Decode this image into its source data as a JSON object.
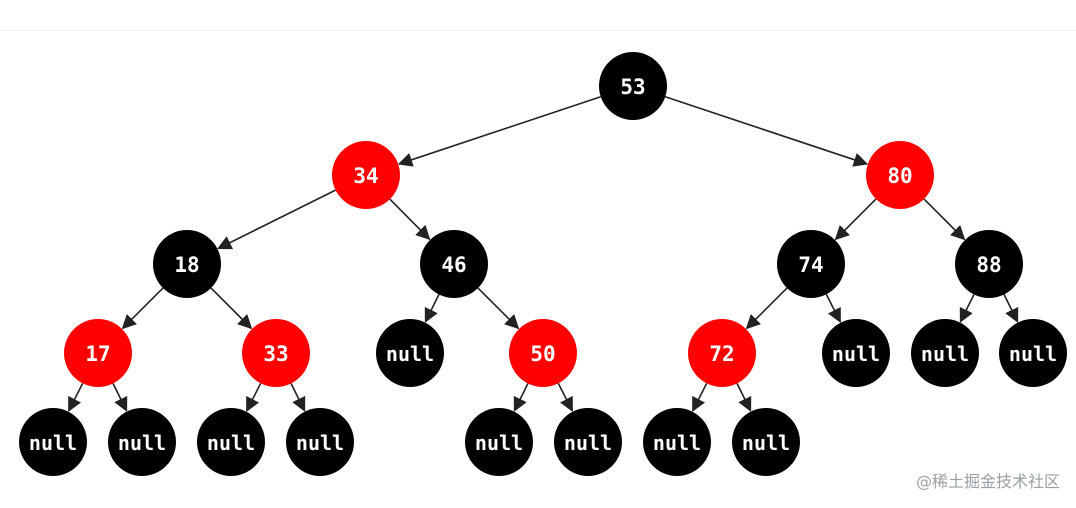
{
  "diagram": {
    "colors": {
      "black": "#000000",
      "red": "#ff0000",
      "edge": "#222222",
      "text": "#ffffff"
    },
    "nodes": [
      {
        "id": "n53",
        "label": "53",
        "color": "black"
      },
      {
        "id": "n34",
        "label": "34",
        "color": "red"
      },
      {
        "id": "n80",
        "label": "80",
        "color": "red"
      },
      {
        "id": "n18",
        "label": "18",
        "color": "black"
      },
      {
        "id": "n46",
        "label": "46",
        "color": "black"
      },
      {
        "id": "n74",
        "label": "74",
        "color": "black"
      },
      {
        "id": "n88",
        "label": "88",
        "color": "black"
      },
      {
        "id": "n17",
        "label": "17",
        "color": "red"
      },
      {
        "id": "n33",
        "label": "33",
        "color": "red"
      },
      {
        "id": "n46l",
        "label": "null",
        "color": "black"
      },
      {
        "id": "n50",
        "label": "50",
        "color": "red"
      },
      {
        "id": "n72",
        "label": "72",
        "color": "red"
      },
      {
        "id": "n74r",
        "label": "null",
        "color": "black"
      },
      {
        "id": "n88l",
        "label": "null",
        "color": "black"
      },
      {
        "id": "n88r",
        "label": "null",
        "color": "black"
      },
      {
        "id": "n17l",
        "label": "null",
        "color": "black"
      },
      {
        "id": "n17r",
        "label": "null",
        "color": "black"
      },
      {
        "id": "n33l",
        "label": "null",
        "color": "black"
      },
      {
        "id": "n33r",
        "label": "null",
        "color": "black"
      },
      {
        "id": "n50l",
        "label": "null",
        "color": "black"
      },
      {
        "id": "n50r",
        "label": "null",
        "color": "black"
      },
      {
        "id": "n72l",
        "label": "null",
        "color": "black"
      },
      {
        "id": "n72r",
        "label": "null",
        "color": "black"
      }
    ],
    "edges": [
      [
        "n53",
        "n34"
      ],
      [
        "n53",
        "n80"
      ],
      [
        "n34",
        "n18"
      ],
      [
        "n34",
        "n46"
      ],
      [
        "n80",
        "n74"
      ],
      [
        "n80",
        "n88"
      ],
      [
        "n18",
        "n17"
      ],
      [
        "n18",
        "n33"
      ],
      [
        "n46",
        "n46l"
      ],
      [
        "n46",
        "n50"
      ],
      [
        "n74",
        "n72"
      ],
      [
        "n74",
        "n74r"
      ],
      [
        "n88",
        "n88l"
      ],
      [
        "n88",
        "n88r"
      ],
      [
        "n17",
        "n17l"
      ],
      [
        "n17",
        "n17r"
      ],
      [
        "n33",
        "n33l"
      ],
      [
        "n33",
        "n33r"
      ],
      [
        "n50",
        "n50l"
      ],
      [
        "n50",
        "n50r"
      ],
      [
        "n72",
        "n72l"
      ],
      [
        "n72",
        "n72r"
      ]
    ]
  },
  "watermark": {
    "text": "@稀土掘金技术社区"
  }
}
